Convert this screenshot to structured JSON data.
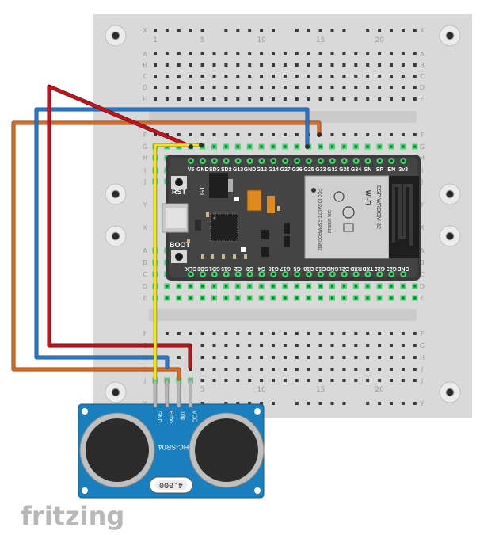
{
  "breadboard": {
    "row_labels_top": [
      "X",
      "A",
      "B",
      "C",
      "D",
      "E"
    ],
    "row_labels_mid_top": [
      "F",
      "G",
      "H",
      "I",
      "J"
    ],
    "row_labels_mid_bottom": [
      "Y",
      "X",
      "A",
      "B",
      "C",
      "D",
      "E"
    ],
    "row_labels_bottom": [
      "F",
      "G",
      "H",
      "I",
      "J",
      "Y"
    ],
    "column_numbers": [
      "1",
      "5",
      "10",
      "15",
      "20"
    ]
  },
  "esp32": {
    "top_pins": [
      "V5",
      "GND",
      "SD3",
      "SD2",
      "G13",
      "GND",
      "G12",
      "G14",
      "G27",
      "G26",
      "G25",
      "G33",
      "G32",
      "G35",
      "G34",
      "SN",
      "SP",
      "EN",
      "3v3"
    ],
    "bottom_pins": [
      "CLK",
      "SD0",
      "SD1",
      "G15",
      "G2",
      "G0",
      "G4",
      "G16",
      "G17",
      "G5",
      "G18",
      "G19",
      "GND",
      "G21",
      "RXD",
      "TXD",
      "G22",
      "G23",
      "GND"
    ],
    "rst_label": "RST",
    "boot_label": "BOOT",
    "regulator_label": "G11",
    "module_label": "ESP-WROOM-32",
    "wifi_label": "Wi-Fi",
    "fcc_text": "FCC ID:2AC7Z-ESPWROOM32",
    "cert_text": "205-000519"
  },
  "sensor": {
    "model": "HC-SR04",
    "crystal_label": "4.000",
    "pins": [
      "GND",
      "Echo",
      "Trig",
      "VCC"
    ]
  },
  "wire_colors": {
    "red": "#c0151c",
    "blue": "#2c79c9",
    "orange": "#d96d24",
    "yellow": "#f2e51b",
    "board_green": "#3bd86a"
  },
  "watermark": "fritzing"
}
